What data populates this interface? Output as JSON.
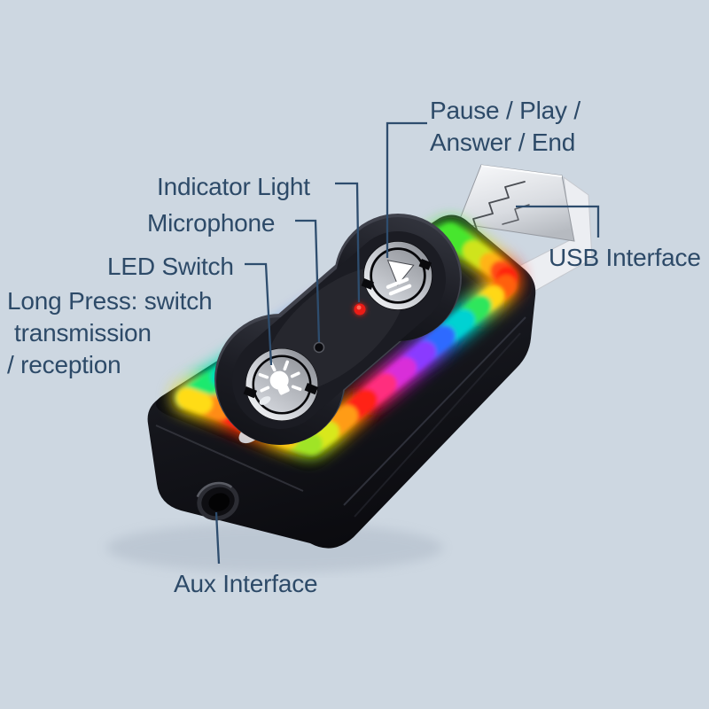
{
  "scene": {
    "background_color": "#cdd7e1",
    "label_color": "#2d4a68",
    "leader_line_color": "#2e4d6e"
  },
  "labels": {
    "pause_play_line1": "Pause / Play /",
    "pause_play_line2": "Answer / End",
    "indicator_light": "Indicator Light",
    "microphone": "Microphone",
    "led_switch": "LED Switch",
    "long_press_line1": "Long Press: switch",
    "long_press_line2": "transmission",
    "long_press_line3": "/ reception",
    "usb_interface": "USB Interface",
    "aux_interface": "Aux Interface"
  },
  "device": {
    "body_color": "#101117",
    "indicator_dot_color": "#ea1c14",
    "button_icon_color": "#ffffff",
    "usb_metal_color": "#dfe2e7",
    "ring_colors": [
      "#1ce96e",
      "#00dfb4",
      "#00c0f0",
      "#3b6df5",
      "#8a4bf0",
      "#da2fe0",
      "#ff2e9a",
      "#ff4a3a",
      "#c8e422",
      "#38e63c",
      "#46e62e",
      "#cfe41e",
      "#ffb414",
      "#ff4e14",
      "#ff2010",
      "#ff6010",
      "#ffd814",
      "#2ee65c",
      "#00d2d2",
      "#2f6bff",
      "#8a3bff",
      "#d92fd9",
      "#ff2e7e",
      "#ff2212",
      "#ff9c14",
      "#d8e81e",
      "#a0e426",
      "#ffc814",
      "#ff6614",
      "#ff2012",
      "#ff8c14",
      "#ffdc14"
    ]
  }
}
